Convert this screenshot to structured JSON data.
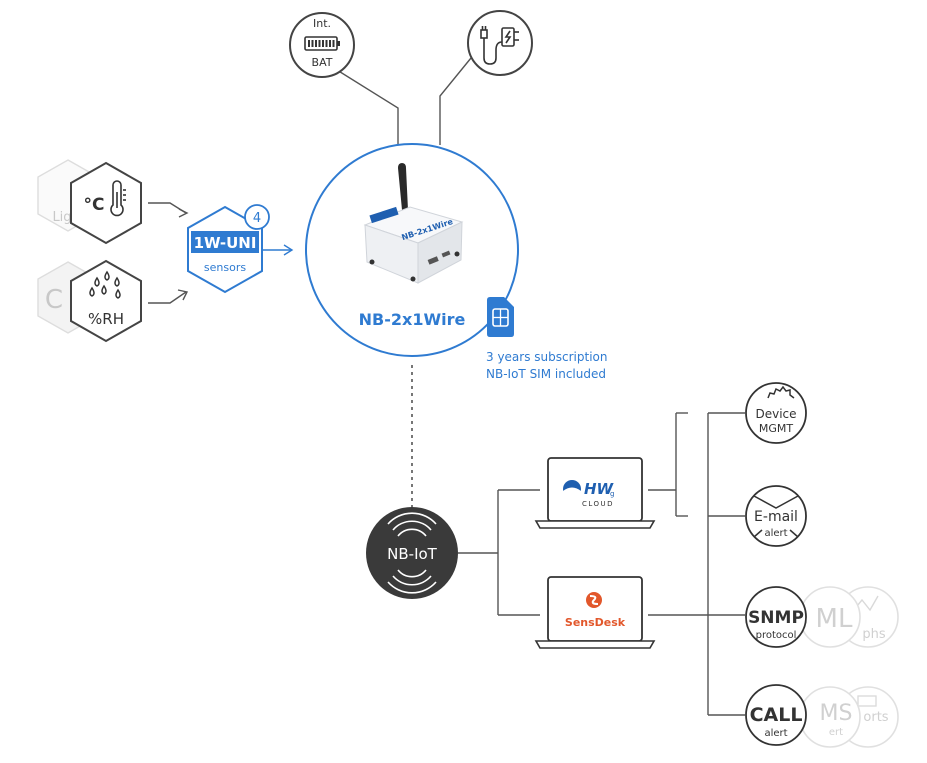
{
  "power": {
    "battery_top": "Int.",
    "battery_bottom": "BAT"
  },
  "sensors": {
    "temp_unit": "°C",
    "humidity_unit": "%RH",
    "ghost_top": "Lig",
    "ghost_bottom": "C",
    "bus_label": "1W-UNI",
    "bus_sublabel": "sensors",
    "bus_count": "4"
  },
  "device": {
    "name": "NB-2x1Wire",
    "box_label": "NB-2x1Wire"
  },
  "sim": {
    "line1": "3 years subscription",
    "line2": "NB-IoT SIM included"
  },
  "network": {
    "label": "NB-IoT"
  },
  "platforms": {
    "hwg_logo": "HW",
    "hwg_sub": "g",
    "hwg_cloud": "CLOUD",
    "sensdesk": "SensDesk"
  },
  "features": {
    "device_mgmt": [
      "Device",
      "MGMT"
    ],
    "email": [
      "E-mail",
      "alert"
    ],
    "snmp": [
      "SNMP",
      "protocol"
    ],
    "xml_ghost": "ML",
    "graphs_ghost": "phs",
    "call": [
      "CALL",
      "alert"
    ],
    "sms_ghost": [
      "MS",
      "ert"
    ],
    "reports_ghost": "orts"
  },
  "colors": {
    "accent": "#2f7bd1",
    "line": "#555555",
    "dark": "#3a3a3a",
    "ghost": "#d9d9d9"
  }
}
